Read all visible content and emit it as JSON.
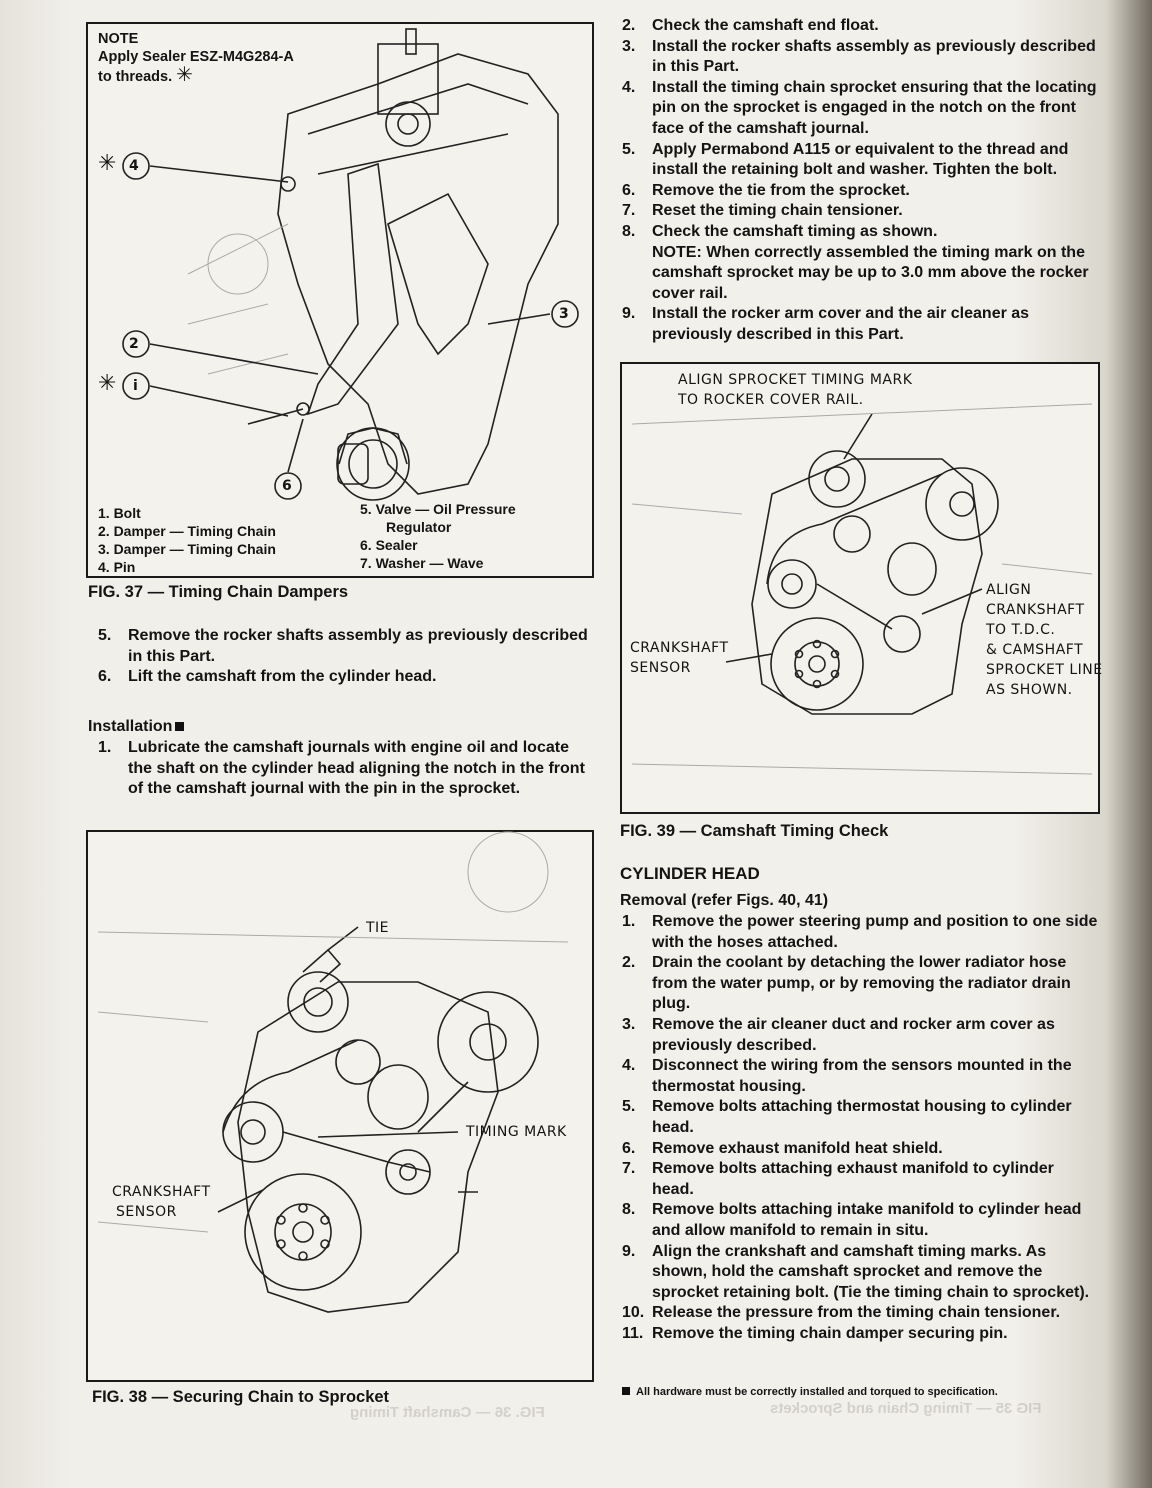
{
  "fig37": {
    "note_title": "NOTE",
    "note_line1": "Apply Sealer ESZ-M4G284-A",
    "note_line2": "to threads.",
    "callouts": [
      "4",
      "2",
      "i",
      "3",
      "6"
    ],
    "legend_left": [
      "1.  Bolt",
      "2.  Damper — Timing Chain",
      "3.  Damper — Timing Chain",
      "4.  Pin"
    ],
    "legend_right": [
      "5.  Valve — Oil Pressure",
      "Regulator",
      "6.  Sealer",
      "7.  Washer — Wave"
    ],
    "caption": "FIG. 37 — Timing Chain Dampers"
  },
  "left_steps": [
    {
      "n": "5.",
      "t": "Remove the rocker shafts assembly as previously described in this Part."
    },
    {
      "n": "6.",
      "t": "Lift the camshaft from the cylinder head."
    }
  ],
  "installation": {
    "heading": "Installation",
    "steps": [
      {
        "n": "1.",
        "t": "Lubricate the camshaft journals with engine oil and locate the shaft on the cylinder head aligning the notch in the front of the camshaft journal with the pin in the sprocket."
      }
    ]
  },
  "fig38": {
    "labels": {
      "tie": "TIE",
      "timing_mark": "TIMING MARK",
      "crank1": "CRANKSHAFT",
      "crank2": "SENSOR"
    },
    "caption": "FIG. 38 — Securing Chain to Sprocket"
  },
  "right_steps": [
    {
      "n": "2.",
      "t": "Check the camshaft end float."
    },
    {
      "n": "3.",
      "t": "Install the rocker shafts assembly as previously described in this Part."
    },
    {
      "n": "4.",
      "t": "Install the timing chain sprocket ensuring that the locating pin on the sprocket is engaged in the notch on the front face of the camshaft journal."
    },
    {
      "n": "5.",
      "t": "Apply Permabond A115 or equivalent to the thread and install the retaining bolt and washer. Tighten the bolt."
    },
    {
      "n": "6.",
      "t": "Remove the tie from the sprocket."
    },
    {
      "n": "7.",
      "t": "Reset the timing chain tensioner."
    },
    {
      "n": "8.",
      "t": "Check the camshaft timing as shown."
    },
    {
      "n": "",
      "t": "NOTE: When correctly assembled the timing mark on the camshaft sprocket may be up to 3.0 mm above the rocker cover rail."
    },
    {
      "n": "9.",
      "t": "Install the rocker arm cover and the air cleaner as previously described in this Part."
    }
  ],
  "fig39": {
    "label_top1": "ALIGN SPROCKET  TIMING MARK",
    "label_top2": "TO  ROCKER COVER RAIL.",
    "label_right": [
      "ALIGN",
      "CRANKSHAFT",
      "TO T.D.C.",
      "& CAMSHAFT",
      "SPROCKET LINE",
      "AS  SHOWN."
    ],
    "label_left1": "CRANKSHAFT",
    "label_left2": "SENSOR",
    "caption": "FIG. 39 — Camshaft Timing Check"
  },
  "cylinder_head": {
    "heading": "CYLINDER HEAD",
    "subheading": "Removal (refer Figs. 40, 41)",
    "steps": [
      {
        "n": "1.",
        "t": "Remove the power steering pump and position to one side with the hoses attached."
      },
      {
        "n": "2.",
        "t": "Drain the coolant by detaching the lower radiator hose from the water pump, or by removing the radiator drain plug."
      },
      {
        "n": "3.",
        "t": "Remove the air cleaner duct and rocker arm cover as previously described."
      },
      {
        "n": "4.",
        "t": "Disconnect the wiring from the sensors mounted in the thermostat housing."
      },
      {
        "n": "5.",
        "t": "Remove bolts attaching thermostat housing to cylinder head."
      },
      {
        "n": "6.",
        "t": "Remove exhaust manifold heat shield."
      },
      {
        "n": "7.",
        "t": "Remove bolts attaching exhaust manifold to cylinder head."
      },
      {
        "n": "8.",
        "t": "Remove bolts attaching intake manifold to cylinder head and allow manifold to remain in situ."
      },
      {
        "n": "9.",
        "t": "Align the crankshaft and camshaft timing marks. As shown, hold the camshaft sprocket and remove the sprocket retaining bolt. (Tie the timing chain to sprocket)."
      },
      {
        "n": "10.",
        "t": "Release the pressure from the timing chain tensioner."
      },
      {
        "n": "11.",
        "t": "Remove the timing chain damper securing pin."
      }
    ]
  },
  "footnote": "All hardware must be correctly installed and torqued to specification.",
  "ghost": {
    "bottom_left": "FIG. 36 — Camshaft Timing",
    "bottom_right": "FIG 35 — Timing Chain and Sprockets"
  }
}
